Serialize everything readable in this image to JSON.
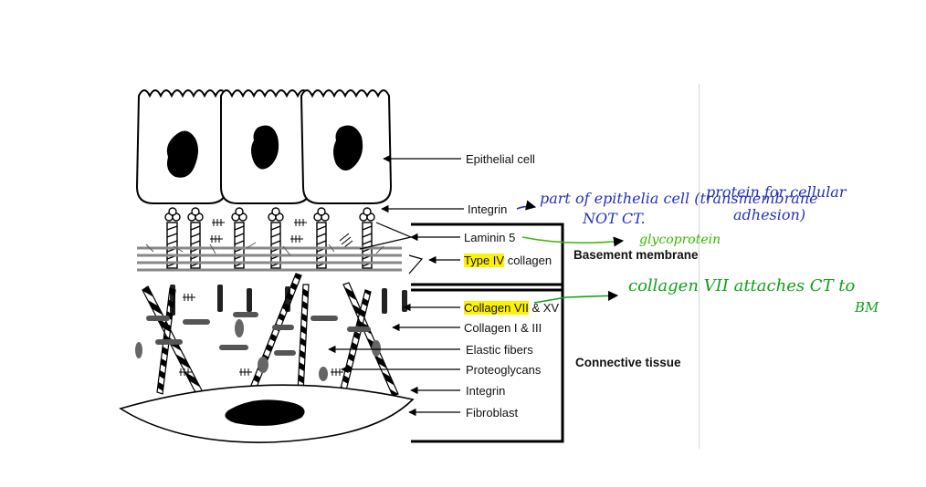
{
  "labels": {
    "epithelial_cell": "Epithelial cell",
    "integrin_top": "Integrin",
    "laminin": "Laminin 5",
    "collagen_iv_highlight": "Type IV",
    "collagen_iv_rest": " collagen",
    "collagen_vii_highlight": "Collagen VII",
    "collagen_vii_rest": " & XV",
    "collagen_i_iii": "Collagen I & III",
    "elastic_fibers": "Elastic fibers",
    "proteoglycans": "Proteoglycans",
    "integrin_bottom": "Integrin",
    "fibroblast": "Fibroblast",
    "basement_membrane": "Basement membrane",
    "connective_tissue": "Connective tissue"
  },
  "annotations": {
    "integrin_note_line1": "part of epithelia cell (transmembrane",
    "integrin_note_line2": "protein for cellular",
    "integrin_note_line3": "NOT CT.",
    "integrin_note_line4": "adhesion)",
    "laminin_note": "glycoprotein",
    "collagen_vii_note_line1": "collagen VII attaches CT to",
    "collagen_vii_note_line2": "BM"
  },
  "colors": {
    "highlight": "#fff200",
    "note_blue": "#2433b8",
    "note_green": "#11a11a",
    "note_lime": "#39b800"
  }
}
